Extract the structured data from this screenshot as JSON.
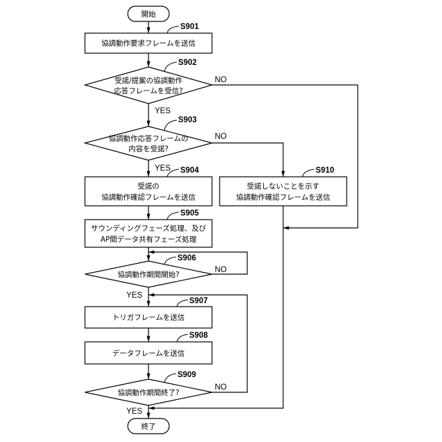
{
  "terminals": {
    "start": "開始",
    "end": "終了"
  },
  "steps": {
    "s901": {
      "id": "S901",
      "lines": [
        "協調動作要求フレームを送信"
      ]
    },
    "s902": {
      "id": "S902",
      "lines": [
        "受諾/提案の協調動作",
        "応答フレームを受信?"
      ]
    },
    "s903": {
      "id": "S903",
      "lines": [
        "協調動作応答フレームの",
        "内容を受諾?"
      ]
    },
    "s904": {
      "id": "S904",
      "lines": [
        "受諾の",
        "協調動作確認フレームを送信"
      ]
    },
    "s905": {
      "id": "S905",
      "lines": [
        "サウンディングフェーズ処理、及び",
        "AP間データ共有フェーズ処理"
      ]
    },
    "s906": {
      "id": "S906",
      "lines": [
        "協調動作期間開始?"
      ]
    },
    "s907": {
      "id": "S907",
      "lines": [
        "トリガフレームを送信"
      ]
    },
    "s908": {
      "id": "S908",
      "lines": [
        "データフレームを送信"
      ]
    },
    "s909": {
      "id": "S909",
      "lines": [
        "協調動作期間終了?"
      ]
    },
    "s910": {
      "id": "S910",
      "lines": [
        "受諾しないことを示す",
        "協調動作確認フレームを送信"
      ]
    }
  },
  "branch_labels": {
    "yes": "YES",
    "no": "NO"
  }
}
